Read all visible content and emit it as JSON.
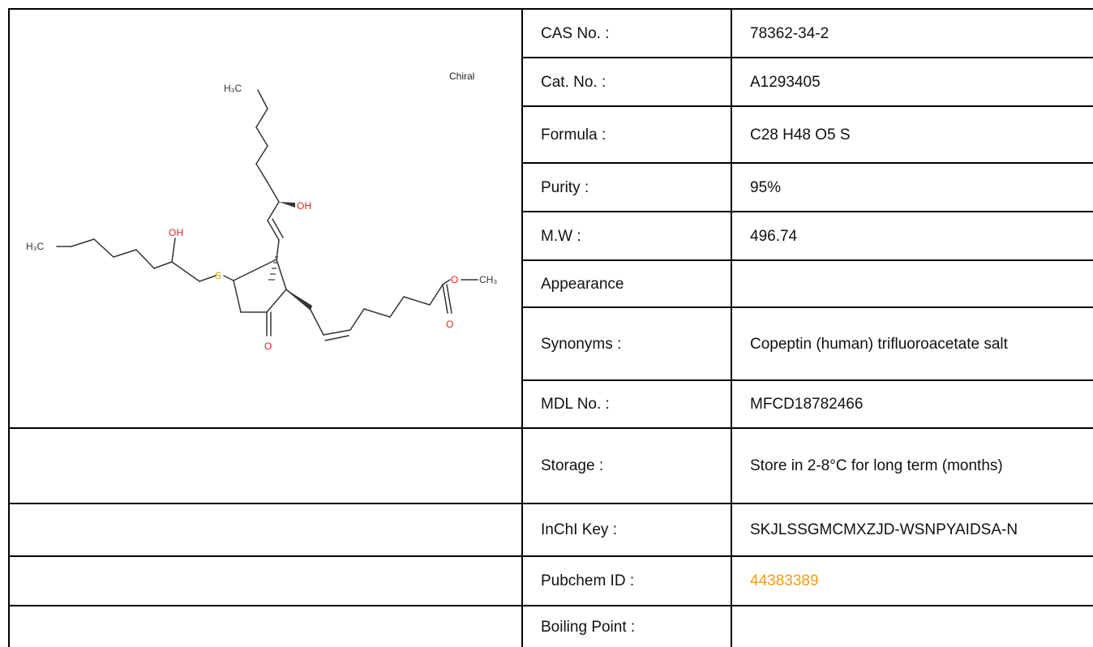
{
  "structure": {
    "chiral_label": "Chiral",
    "atoms": {
      "h3c_top": "H₃C",
      "h3c_left": "H₃C",
      "oh_top": "OH",
      "oh_left": "OH",
      "s": "S",
      "o_ester": "O",
      "ch3_ester": "CH₃",
      "o_carbonyl": "O",
      "o_ketone": "O"
    }
  },
  "properties": [
    {
      "label": "CAS No. :",
      "value": "78362-34-2"
    },
    {
      "label": "Cat. No. :",
      "value": "A1293405"
    },
    {
      "label": "Formula :",
      "value": "C28 H48 O5 S"
    },
    {
      "label": "Purity :",
      "value": "95%"
    },
    {
      "label": "M.W :",
      "value": "496.74"
    },
    {
      "label": "Appearance",
      "value": ""
    },
    {
      "label": "Synonyms :",
      "value": "Copeptin (human) trifluoroacetate salt"
    },
    {
      "label": "MDL No. :",
      "value": "MFCD18782466"
    },
    {
      "label": "Storage :",
      "value": "Store in 2-8°C for long term (months)"
    },
    {
      "label": "InChI Key :",
      "value": "SKJLSSGMCMXZJD-WSNPYAIDSA-N"
    },
    {
      "label": "Pubchem ID :",
      "value": "44383389"
    },
    {
      "label": "Boiling Point :",
      "value": ""
    }
  ],
  "colors": {
    "border": "#000000",
    "oxygen": "#e8221c",
    "sulfur": "#c9a400",
    "link": "#f39c12"
  }
}
